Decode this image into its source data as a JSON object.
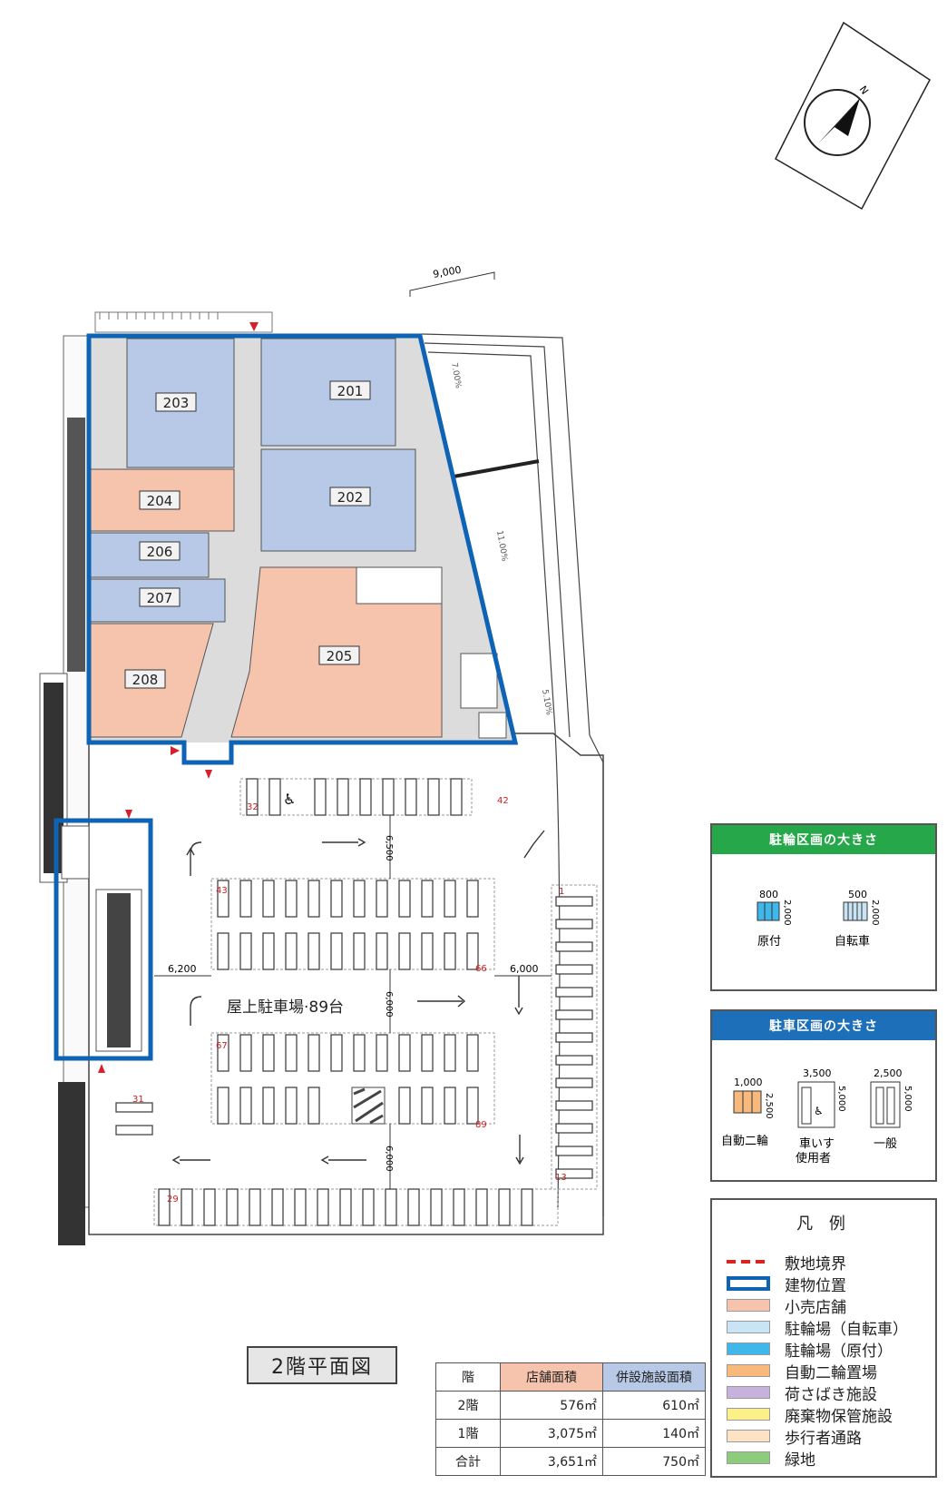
{
  "compass": {
    "north_label": "N"
  },
  "dimension_top": "9,000",
  "slope_labels": [
    "7.00%",
    "11.00%",
    "5.10%"
  ],
  "units": [
    {
      "id": "201",
      "kind": "parking"
    },
    {
      "id": "202",
      "kind": "parking"
    },
    {
      "id": "203",
      "kind": "parking"
    },
    {
      "id": "204",
      "kind": "retail"
    },
    {
      "id": "205",
      "kind": "retail"
    },
    {
      "id": "206",
      "kind": "parking"
    },
    {
      "id": "207",
      "kind": "parking"
    },
    {
      "id": "208",
      "kind": "retail"
    }
  ],
  "parking": {
    "title": "屋上駐車場·89台",
    "dims": [
      "6,500",
      "6,200",
      "6,000",
      "6,000",
      "6,000"
    ],
    "space_numbers": [
      "32",
      "42",
      "43",
      "66",
      "67",
      "89",
      "1",
      "13",
      "29",
      "31"
    ]
  },
  "bike_panel": {
    "title": "駐輪区画の大きさ",
    "header_color": "#26a84a",
    "items": [
      {
        "label": "原付",
        "width": "800",
        "depth": "2,000"
      },
      {
        "label": "自転車",
        "width": "500",
        "depth": "2,000"
      }
    ]
  },
  "car_panel": {
    "title": "駐車区画の大きさ",
    "header_color": "#1c6fb8",
    "items": [
      {
        "label": "自動二輪",
        "width": "1,000",
        "depth": "2,500"
      },
      {
        "label": "車いす\n使用者",
        "width": "3,500",
        "depth": "5,000"
      },
      {
        "label": "一般",
        "width": "2,500",
        "depth": "5,000"
      }
    ]
  },
  "legend": {
    "title": "凡 例",
    "items": [
      {
        "label": "敷地境界",
        "color": "#e0201c",
        "style": "dash"
      },
      {
        "label": "建物位置",
        "color": "#0e63b4",
        "style": "outline"
      },
      {
        "label": "小売店舗",
        "color": "#f6c3ad",
        "style": "fill"
      },
      {
        "label": "駐輪場（自転車）",
        "color": "#c9e4f5",
        "style": "fill"
      },
      {
        "label": "駐輪場（原付）",
        "color": "#3fb7ea",
        "style": "fill"
      },
      {
        "label": "自動二輪置場",
        "color": "#f8b97c",
        "style": "fill"
      },
      {
        "label": "荷さばき施設",
        "color": "#c7b2dc",
        "style": "fill"
      },
      {
        "label": "廃棄物保管施設",
        "color": "#fbf08a",
        "style": "fill"
      },
      {
        "label": "歩行者通路",
        "color": "#fde3c4",
        "style": "fill"
      },
      {
        "label": "緑地",
        "color": "#8ccc7c",
        "style": "fill"
      }
    ]
  },
  "floor_label": "2階平面図",
  "area_table": {
    "headers": [
      "階",
      "店舗面積",
      "併設施設面積"
    ],
    "rows": [
      [
        "2階",
        "576㎡",
        "610㎡"
      ],
      [
        "1階",
        "3,075㎡",
        "140㎡"
      ],
      [
        "合計",
        "3,651㎡",
        "750㎡"
      ]
    ]
  },
  "colors": {
    "building_outline": "#0e63b4",
    "retail": "#f6c3ad",
    "parking_unit": "#b7c9e6",
    "corridor": "#dcdcdc"
  }
}
